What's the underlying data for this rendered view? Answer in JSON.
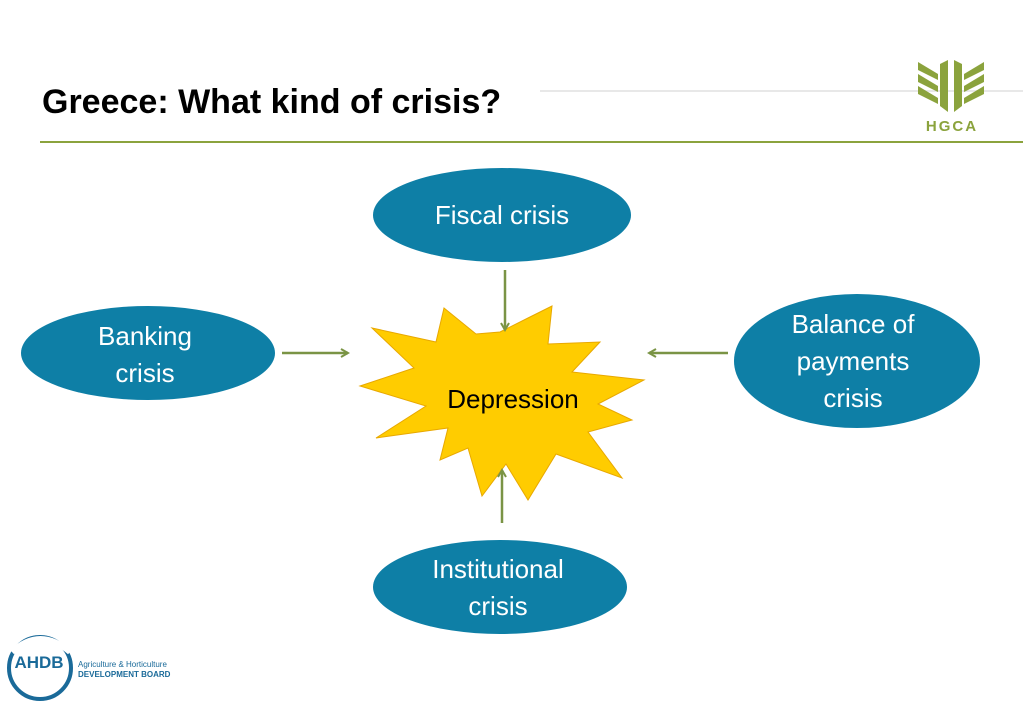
{
  "slide": {
    "title": "Greece: What kind of crisis?"
  },
  "logos": {
    "top_right_text": "HGCA",
    "bottom_left_text": "AHDB",
    "bottom_left_sub1": "Agriculture & Horticulture",
    "bottom_left_sub2": "DEVELOPMENT BOARD"
  },
  "diagram": {
    "center": {
      "label": "Depression",
      "color": "#ffcc00"
    },
    "nodes": {
      "top": {
        "line1": "Fiscal crisis",
        "line2": "",
        "line3": ""
      },
      "left": {
        "line1": "Banking",
        "line2": "crisis",
        "line3": ""
      },
      "right": {
        "line1": "Balance of",
        "line2": "payments",
        "line3": "crisis"
      },
      "bottom": {
        "line1": "Institutional",
        "line2": "crisis",
        "line3": ""
      }
    },
    "node_color": "#0e7fa6",
    "arrow_color": "#7a9445"
  }
}
